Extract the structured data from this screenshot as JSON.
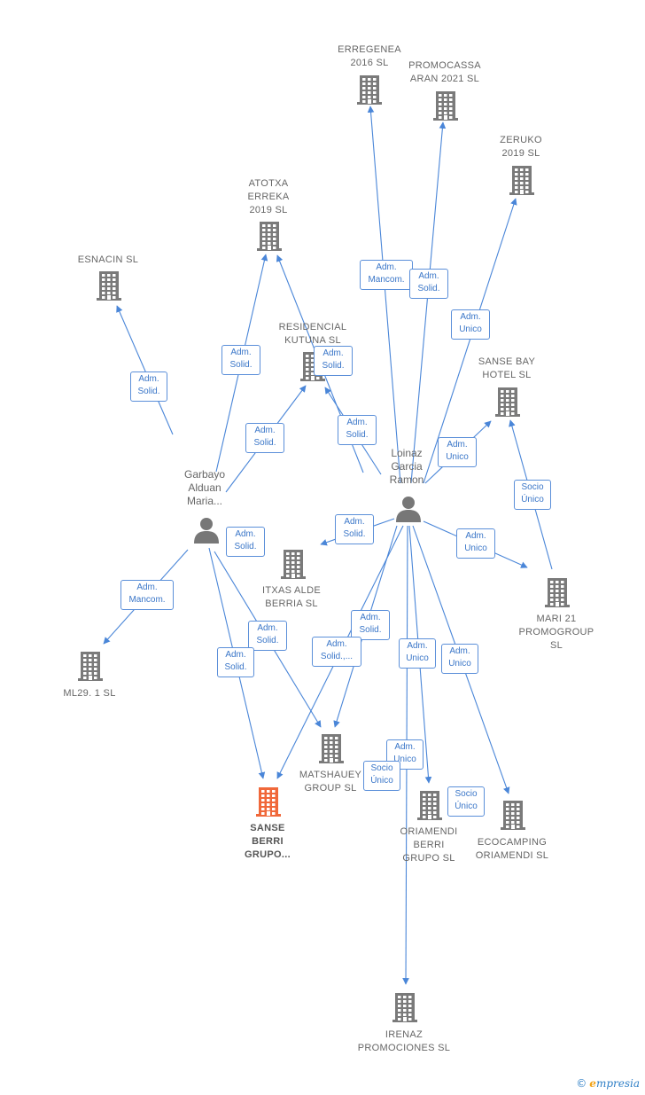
{
  "colors": {
    "edge": "#4a86d8",
    "building": "#7a7a7a",
    "focus": "#f0683a",
    "person": "#777777"
  },
  "people": [
    {
      "id": "garbayo",
      "lines": [
        "Garbayo",
        "Alduan",
        "Maria..."
      ]
    },
    {
      "id": "loinaz",
      "lines": [
        "Loinaz",
        "Garcia",
        "Ramon"
      ]
    }
  ],
  "companies": [
    {
      "id": "erregenea",
      "lines": [
        "ERREGENEA",
        "2016  SL"
      ]
    },
    {
      "id": "promocassa",
      "lines": [
        "PROMOCASSA",
        "ARAN 2021  SL"
      ]
    },
    {
      "id": "zeruko",
      "lines": [
        "ZERUKO",
        "2019  SL"
      ]
    },
    {
      "id": "atotxa",
      "lines": [
        "ATOTXA",
        "ERREKA",
        "2019  SL"
      ]
    },
    {
      "id": "esnacin",
      "lines": [
        "ESNACIN  SL"
      ]
    },
    {
      "id": "residencial",
      "lines": [
        "RESIDENCIAL",
        "KUTUNA  SL"
      ]
    },
    {
      "id": "sansebay",
      "lines": [
        "SANSE BAY",
        "HOTEL  SL"
      ]
    },
    {
      "id": "itxas",
      "lines": [
        "ITXAS ALDE",
        "BERRIA  SL"
      ]
    },
    {
      "id": "mari21",
      "lines": [
        "MARI 21",
        "PROMOGROUP",
        "SL"
      ]
    },
    {
      "id": "ml29",
      "lines": [
        "ML29. 1  SL"
      ]
    },
    {
      "id": "matshauey",
      "lines": [
        "MATSHAUEY",
        "GROUP  SL"
      ]
    },
    {
      "id": "sanseberri",
      "lines": [
        "SANSE",
        "BERRI",
        "GRUPO..."
      ],
      "focus": true
    },
    {
      "id": "oriamendi",
      "lines": [
        "ORIAMENDI",
        "BERRI",
        "GRUPO  SL"
      ]
    },
    {
      "id": "ecocamping",
      "lines": [
        "ECOCAMPING",
        "ORIAMENDI  SL"
      ]
    },
    {
      "id": "irenaz",
      "lines": [
        "IRENAZ",
        "PROMOCIONES SL"
      ]
    }
  ],
  "relations": [
    {
      "id": "r1",
      "lines": [
        "Adm.",
        "Mancom."
      ]
    },
    {
      "id": "r2",
      "lines": [
        "Adm.",
        "Solid."
      ]
    },
    {
      "id": "r3",
      "lines": [
        "Adm.",
        "Unico"
      ]
    },
    {
      "id": "r4",
      "lines": [
        "Adm.",
        "Solid."
      ]
    },
    {
      "id": "r5",
      "lines": [
        "Adm.",
        "Solid."
      ]
    },
    {
      "id": "r6",
      "lines": [
        "Adm.",
        "Unico"
      ]
    },
    {
      "id": "r7",
      "lines": [
        "Socio",
        "Único"
      ]
    },
    {
      "id": "r8",
      "lines": [
        "Adm.",
        "Solid."
      ]
    },
    {
      "id": "r9",
      "lines": [
        "Adm.",
        "Unico"
      ]
    },
    {
      "id": "r10",
      "lines": [
        "Adm.",
        "Solid."
      ]
    },
    {
      "id": "r11",
      "lines": [
        "Adm.",
        "Solid.,..."
      ]
    },
    {
      "id": "r12",
      "lines": [
        "Adm.",
        "Unico"
      ]
    },
    {
      "id": "r13",
      "lines": [
        "Adm.",
        "Unico"
      ]
    },
    {
      "id": "r14",
      "lines": [
        "Adm.",
        "Unico"
      ]
    },
    {
      "id": "r15",
      "lines": [
        "Socio",
        "Único"
      ]
    },
    {
      "id": "r16",
      "lines": [
        "Socio",
        "Único"
      ]
    },
    {
      "id": "r17",
      "lines": [
        "Adm.",
        "Solid."
      ]
    },
    {
      "id": "r18",
      "lines": [
        "Adm.",
        "Solid."
      ]
    },
    {
      "id": "r19",
      "lines": [
        "Adm.",
        "Solid."
      ]
    },
    {
      "id": "r20",
      "lines": [
        "Adm.",
        "Solid."
      ]
    },
    {
      "id": "r21",
      "lines": [
        "Adm.",
        "Mancom."
      ]
    },
    {
      "id": "r22",
      "lines": [
        "Adm.",
        "Solid."
      ]
    },
    {
      "id": "r23",
      "lines": [
        "Adm.",
        "Solid."
      ]
    }
  ],
  "watermark": {
    "copyright": "©",
    "brand_initial": "e",
    "brand_rest": "mpresia"
  }
}
